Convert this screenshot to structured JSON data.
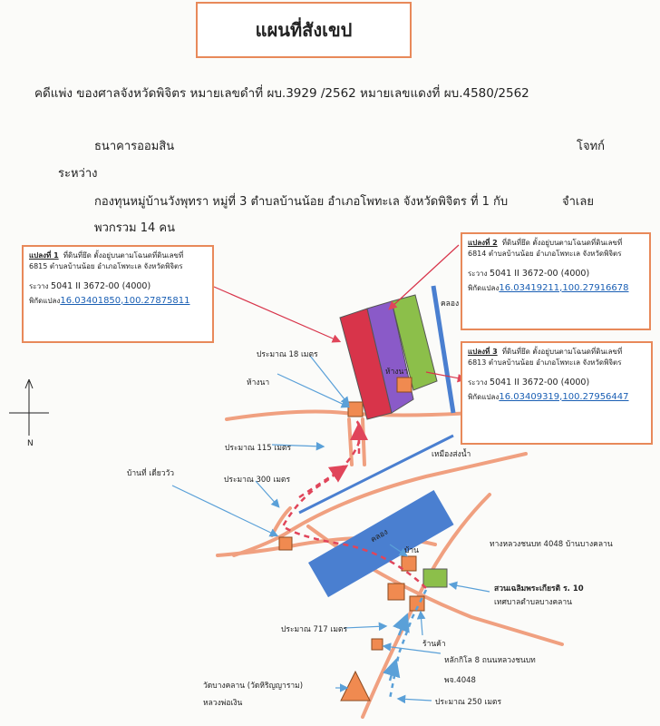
{
  "title": "แผนที่สังเขป",
  "case_line": "คดีแพ่ง   ของศาลจังหวัดพิจิตร  หมายเลขดำที่ ผบ.3929 /2562   หมายเลขแดงที่ ผบ.4580/2562",
  "plaintiff": "ธนาคารออมสิน",
  "plaintiff_role": "โจทก์",
  "between": "ระหว่าง",
  "defendant": "กองทุนหมู่บ้านวังพุทรา  หมู่ที่ 3  ตำบลบ้านน้อย  อำเภอโพทะเล  จังหวัดพิจิตร ที่ 1  กับ",
  "defendant_role": "จำเลย",
  "group_total": "พวกรวม 14  คน",
  "plots": [
    {
      "heading": "แปลงที่ 1",
      "desc1": "ที่ดินที่ยึด  ตั้งอยู่บนตามโฉนดที่ดินเลขที่",
      "desc2": "6815 ตำบลบ้านน้อย  อำเภอโพทะเล จังหวัดพิจิตร",
      "zone_label": "ระวาง",
      "zone": "5041 II 3672-00 (4000)",
      "coord_label": "พิกัดแปลง",
      "coord": "16.03401850,100.27875811"
    },
    {
      "heading": "แปลงที่ 2",
      "desc1": "ที่ดินที่ยึด  ตั้งอยู่บนตามโฉนดที่ดินเลขที่",
      "desc2": "6814 ตำบลบ้านน้อย  อำเภอโพทะเล จังหวัดพิจิตร",
      "zone_label": "ระวาง",
      "zone": "5041 II 3672-00 (4000)",
      "coord_label": "พิกัดแปลง",
      "coord": "16.03419211,100.27916678"
    },
    {
      "heading": "แปลงที่ 3",
      "desc1": "ที่ดินที่ยึด  ตั้งอยู่บนตามโฉนดที่ดินเลขที่",
      "desc2": "6813  ตำบลบ้านน้อย  อำเภอโพทะเล จังหวัดพิจิตร",
      "zone_label": "ระวาง",
      "zone": "5041 II 3672-00 (4000)",
      "coord_label": "พิกัดแปลง",
      "coord": "16.03409319,100.27956447"
    }
  ],
  "map": {
    "north": "N",
    "approx_18": "ประมาณ  18  เมตร",
    "rice_hut_1": "ห้างนา",
    "rice_hut_2": "ห้างนา",
    "canal_top": "คลอง",
    "approx_115": "ประมาณ  115  เมตร",
    "irrigation": "เหมืองส่งน้ำ",
    "house_tiang": "บ้านที่ เดี่ยววัว",
    "approx_300": "ประมาณ  300  เมตร",
    "canal_mid": "คลอง",
    "house": "บ้าน",
    "highway": "ทางหลวงชนบท  4048   บ้านบางคลาน",
    "park_1": "สวนเฉลิมพระเกียรติ ร. 10",
    "park_2": "เทศบาลตำบลบางคลาน",
    "shop": "ร้านค้า",
    "approx_717": "ประมาณ  717  เมตร",
    "km_1": "หลักกิโล  8  ถนนหลวงชนบท",
    "km_2": "พจ.4048",
    "temple": "วัดบางคลาน (วัดหิริญญาราม)",
    "luangpho": "หลวงพ่อเงิน",
    "approx_250": "ประมาณ  250  เมตร"
  },
  "colors": {
    "box_border": "#e8895a",
    "road": "#f0a080",
    "route": "#e0455a",
    "canal": "#4a7fd0",
    "plot1": "#d8344a",
    "plot2": "#8a5ac8",
    "plot3": "#8cbf4a",
    "arrow": "#5aa0d8"
  }
}
